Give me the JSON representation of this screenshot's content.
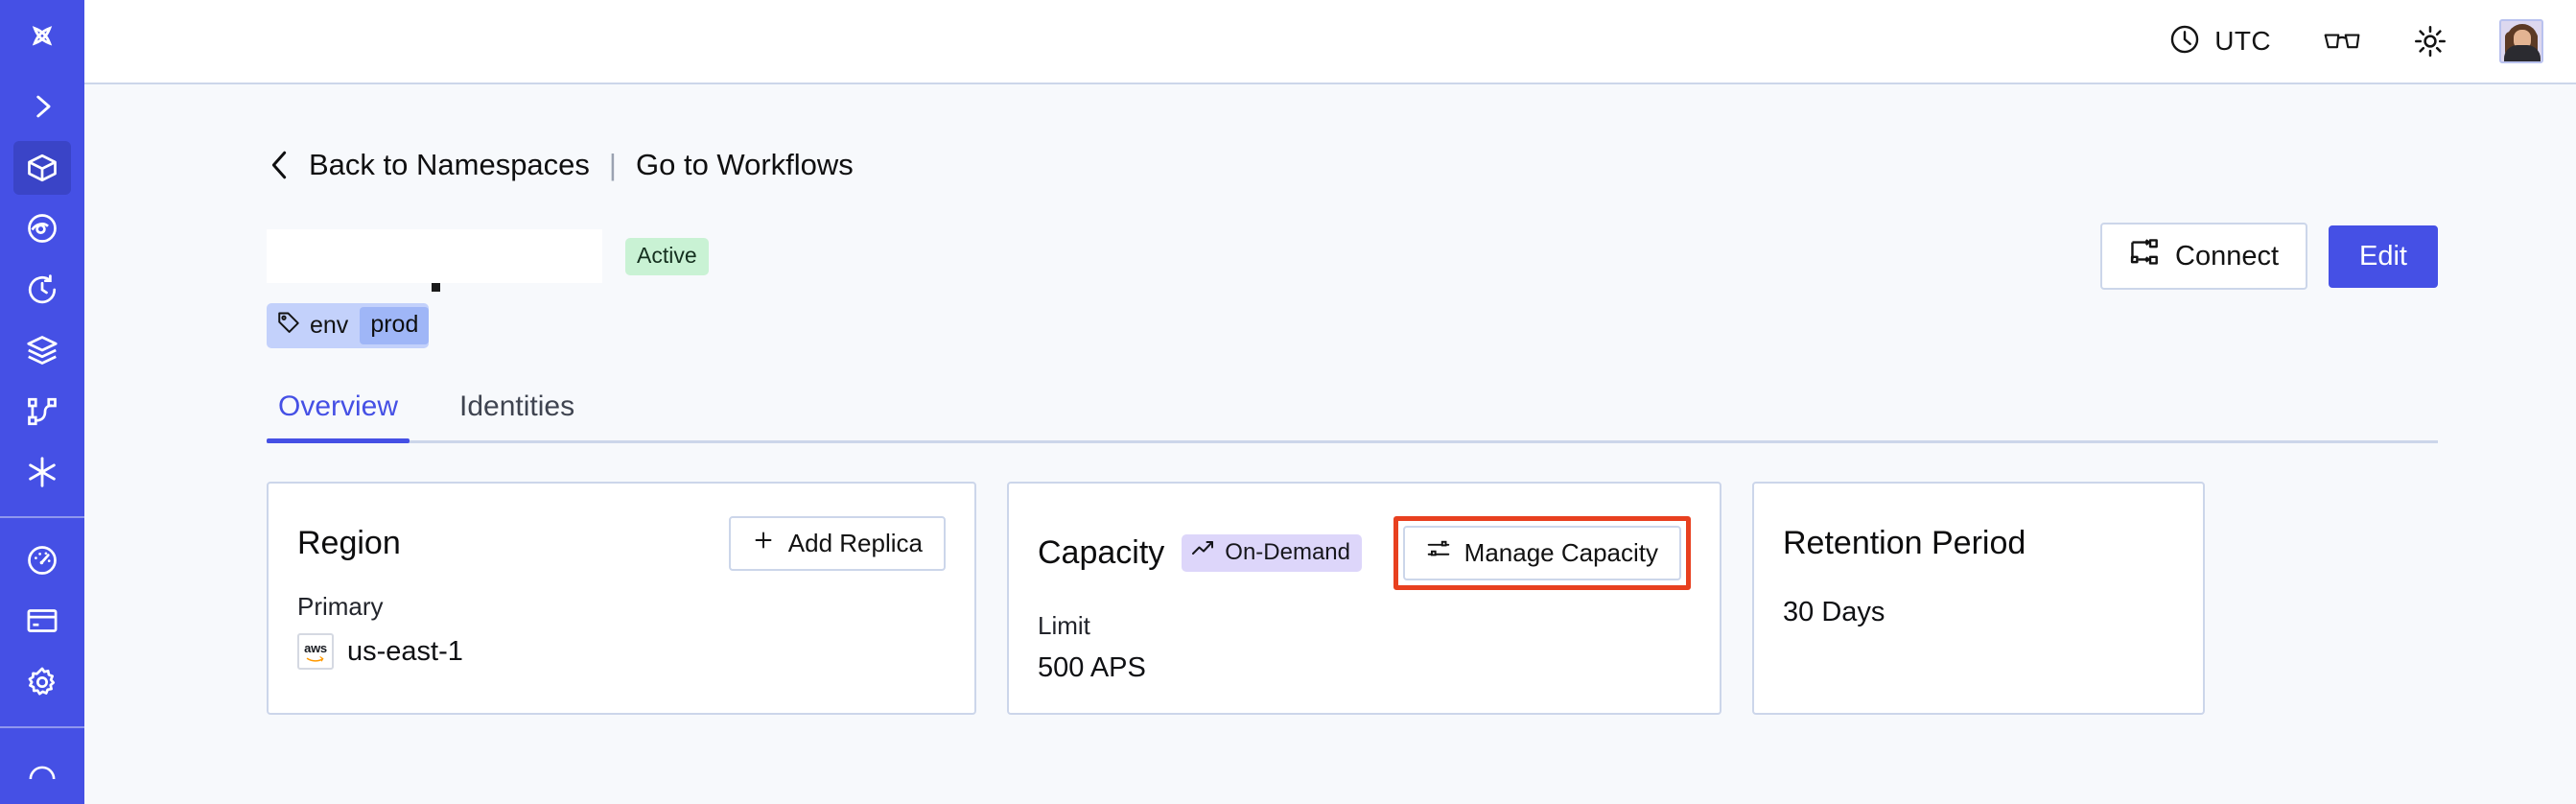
{
  "sidebar": {
    "items": [
      {
        "name": "logo",
        "icon": "temporal-logo-icon",
        "active": false
      },
      {
        "name": "expand",
        "icon": "chevron-right-icon",
        "active": false
      },
      {
        "name": "namespaces",
        "icon": "cube-icon",
        "active": true
      },
      {
        "name": "observability",
        "icon": "eye-icon",
        "active": false
      },
      {
        "name": "schedules",
        "icon": "clock-history-icon",
        "active": false
      },
      {
        "name": "stack",
        "icon": "layers-icon",
        "active": false
      },
      {
        "name": "workflows",
        "icon": "git-branch-icon",
        "active": false
      },
      {
        "name": "nexus",
        "icon": "asterisk-icon",
        "active": false
      },
      {
        "name": "usage",
        "icon": "gauge-icon",
        "active": false
      },
      {
        "name": "billing",
        "icon": "credit-card-icon",
        "active": false
      },
      {
        "name": "settings",
        "icon": "gear-icon",
        "active": false
      }
    ]
  },
  "topbar": {
    "timezone": "UTC",
    "clock_icon": "clock-icon",
    "glasses_icon": "glasses-icon",
    "theme_icon": "sun-icon",
    "avatar_icon": "user-avatar"
  },
  "breadcrumb": {
    "back_icon": "chevron-left-icon",
    "back_label": "Back to Namespaces",
    "separator": "|",
    "forward_label": "Go to Workflows"
  },
  "header": {
    "namespace_name": "",
    "status": "Active",
    "tags": [
      {
        "icon": "tag-icon",
        "key": "env",
        "value": "prod"
      }
    ],
    "connect_label": "Connect",
    "connect_icon": "connect-flow-icon",
    "edit_label": "Edit"
  },
  "tabs": [
    {
      "label": "Overview",
      "active": true
    },
    {
      "label": "Identities",
      "active": false
    }
  ],
  "cards": {
    "region": {
      "title": "Region",
      "action_label": "Add Replica",
      "action_icon": "plus-icon",
      "sub_label": "Primary",
      "provider_icon": "aws-icon",
      "value": "us-east-1"
    },
    "capacity": {
      "title": "Capacity",
      "badge_label": "On-Demand",
      "badge_icon": "trending-up-icon",
      "action_label": "Manage Capacity",
      "action_icon": "sliders-icon",
      "action_highlighted": true,
      "sub_label": "Limit",
      "value": "500 APS"
    },
    "retention": {
      "title": "Retention Period",
      "value": "30 Days"
    }
  },
  "colors": {
    "brand": "#4550e5",
    "sidebar_active": "#3a44c7",
    "page_bg": "#f7f9fc",
    "card_border": "#ccd6ea",
    "status_active_bg": "#c9f2d4",
    "tag_bg": "#c3d1fb",
    "tag_value_bg": "#9fb6f7",
    "pill_bg": "#ddd6fa",
    "highlight_red": "#e8401f"
  }
}
